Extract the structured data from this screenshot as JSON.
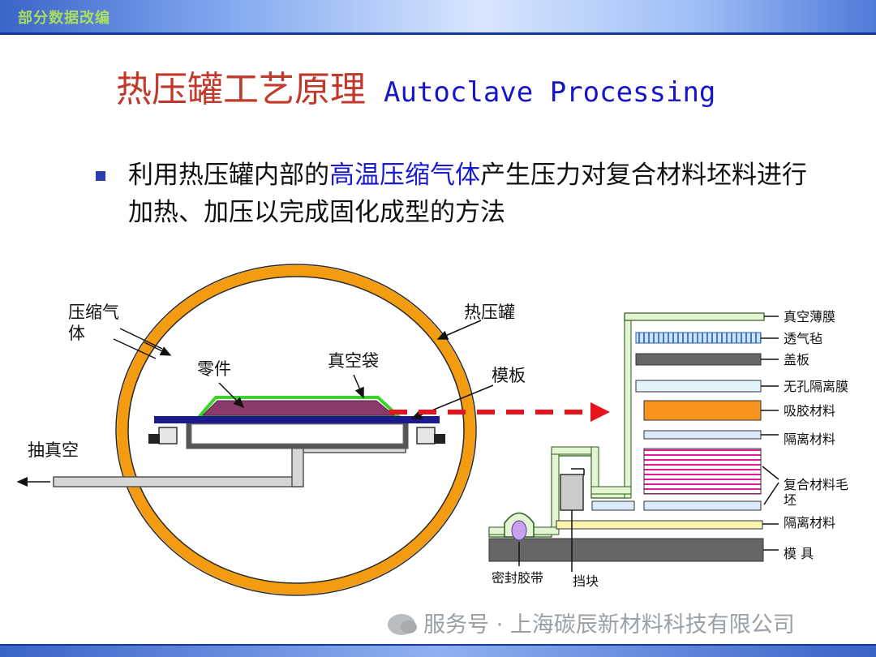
{
  "header_deco": "部分数据改编",
  "title": {
    "cn": "热压罐工艺原理",
    "en": "Autoclave Processing"
  },
  "bullet": {
    "pre": "利用热压罐内部的",
    "highlight": "高温压缩气体",
    "post": "产生压力对复合材料坯料进行加热、加压以完成固化成型的方法"
  },
  "diagram_left": {
    "gas_line1": "压缩气",
    "gas_line2": "体",
    "autoclave": "热压罐",
    "part": "零件",
    "vacuum_bag": "真空袋",
    "mold_plate": "模板",
    "vacuum": "抽真空"
  },
  "diagram_right": {
    "layers": [
      "真空薄膜",
      "透气毡",
      "盖板",
      "无孔隔离膜",
      "吸胶材料",
      "隔离材料"
    ],
    "laminate_line1": "复合材料毛",
    "laminate_line2": "坯",
    "release_bottom": "隔离材料",
    "tool": "模 具",
    "sealant": "密封胶带",
    "dam": "挡块"
  },
  "watermark": "服务号 · 上海碳辰新材料科技有限公司",
  "colors": {
    "title_cn": "#c0392b",
    "title_en": "#1616c8",
    "highlight": "#1a1ad0",
    "vessel": "#f39c12",
    "mold_plate": "#1a1a8c",
    "part": "#8b3a6b",
    "vacuum_bag": "#39d42a",
    "arrow": "#e8141c",
    "absorbent": "#f7941d",
    "laminate": "#e0199a"
  }
}
